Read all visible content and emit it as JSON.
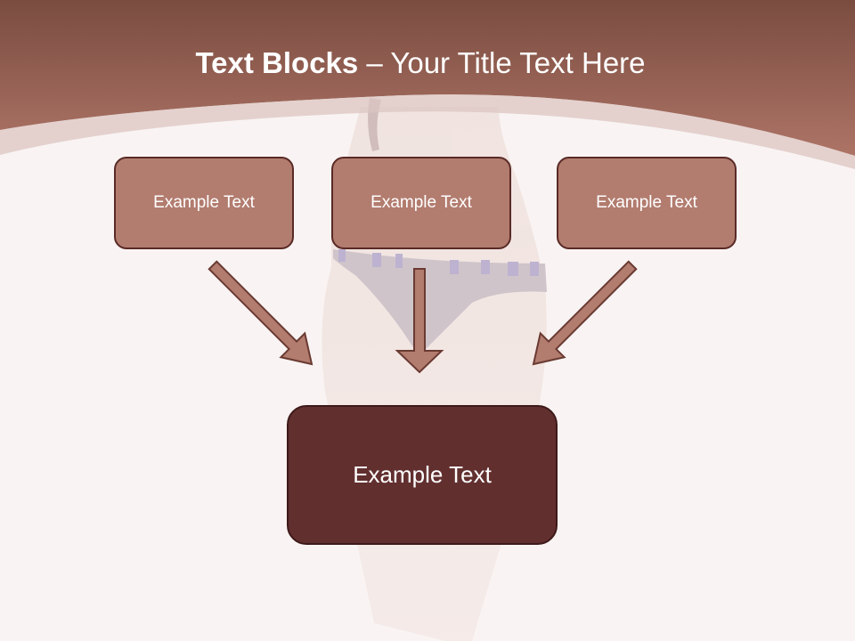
{
  "slide": {
    "title_bold": "Text Blocks",
    "title_dash": " – ",
    "title_rest": "Your Title Text Here"
  },
  "boxes": {
    "top_left": "Example Text",
    "top_center": "Example Text",
    "top_right": "Example Text",
    "bottom": "Example Text"
  },
  "colors": {
    "header": "#a87264",
    "box_fill": "#b27c6f",
    "box_border": "#5a2a26",
    "bottom_box_fill": "#622f2f",
    "arrow_fill": "#b27c6f",
    "arrow_stroke": "#6a3a32",
    "background": "#f9f4f3"
  }
}
